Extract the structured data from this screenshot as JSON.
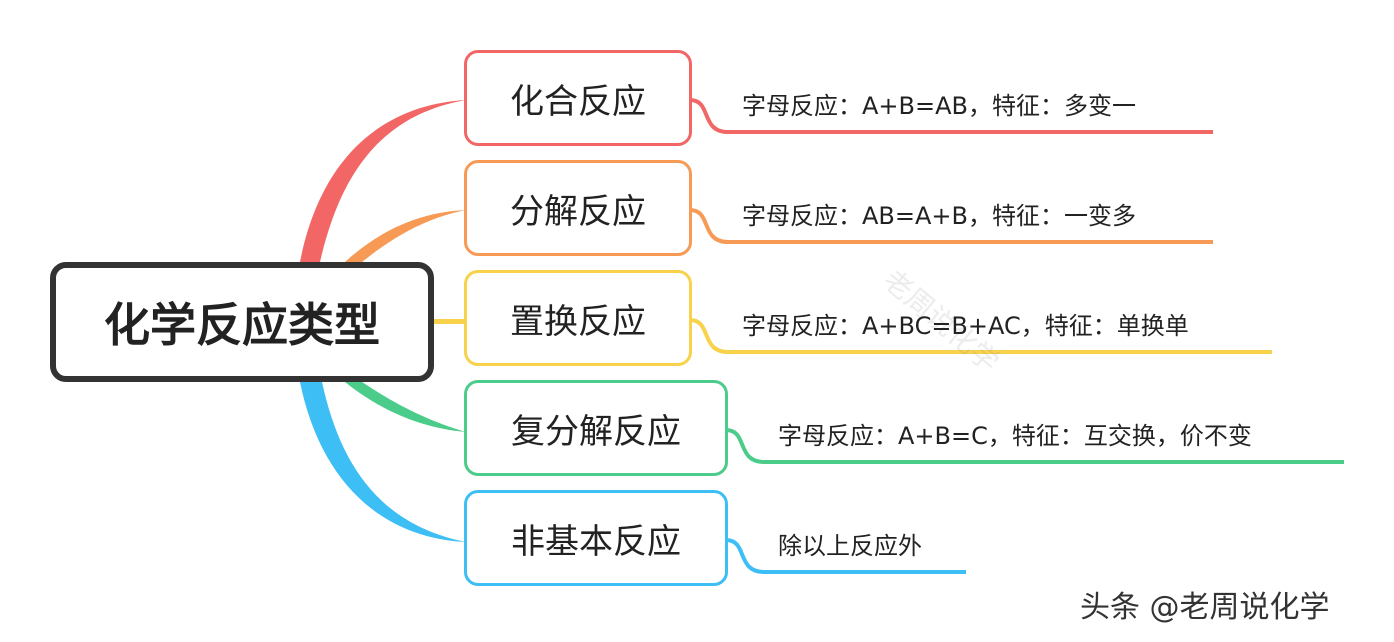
{
  "root": {
    "label": "化学反应类型"
  },
  "branches": [
    {
      "label": "化合反应",
      "detail": "字母反应：A+B=AB，特征：多变一",
      "color": "#f26666"
    },
    {
      "label": "分解反应",
      "detail": "字母反应：AB=A+B，特征：一变多",
      "color": "#f79a55"
    },
    {
      "label": "置换反应",
      "detail": "字母反应：A+BC=B+AC，特征：单换单",
      "color": "#f7d24a"
    },
    {
      "label": "复分解反应",
      "detail": "字母反应：A+B=C，特征：互交换，价不变",
      "color": "#4ccc8a"
    },
    {
      "label": "非基本反应",
      "detail": "除以上反应外",
      "color": "#3dbef5"
    }
  ],
  "watermark": "老周说化学",
  "footer": "头条 @老周说化学"
}
